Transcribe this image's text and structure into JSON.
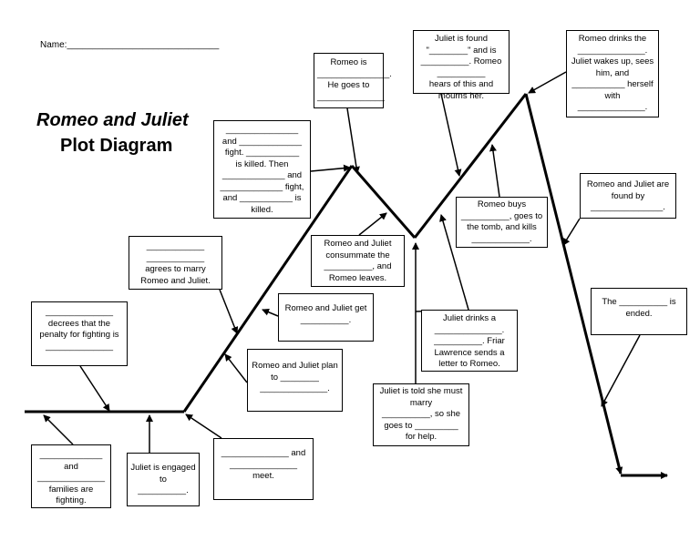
{
  "worksheet": {
    "name_label": "Name:______________________________",
    "title_line1": "Romeo and Juliet",
    "title_line2": "Plot Diagram"
  },
  "boxes": [
    {
      "id": "b1",
      "text": "______________\ndecrees that the penalty for fighting is\n______________"
    },
    {
      "id": "b2",
      "text": "_____________\nand\n______________\nfamilies are fighting."
    },
    {
      "id": "b3",
      "text": "Juliet is engaged to\n__________."
    },
    {
      "id": "b4",
      "text": "______________ and\n______________\nmeet."
    },
    {
      "id": "b5",
      "text": "____________\n____________\nagrees to marry Romeo and Juliet."
    },
    {
      "id": "b6",
      "text": "Romeo and Juliet plan to ________\n______________."
    },
    {
      "id": "b7",
      "text": "Romeo and Juliet get __________."
    },
    {
      "id": "b8",
      "text": "_______________\nand _____________\nfight. ___________\nis killed. Then\n_____________ and\n_____________ fight,\nand ___________ is\nkilled."
    },
    {
      "id": "b9",
      "text": "Romeo is\n_______________.\nHe goes to\n______________"
    },
    {
      "id": "b10",
      "text": "Romeo and Juliet consummate the\n__________, and\nRomeo leaves."
    },
    {
      "id": "b11",
      "text": "Juliet is told she must marry\n__________, so she goes to _________\nfor help."
    },
    {
      "id": "b12",
      "text": "Juliet drinks a\n______________.\n__________. Friar Lawrence sends a letter to Romeo."
    },
    {
      "id": "b13",
      "text": "Romeo buys\n__________, goes to the tomb, and kills\n____________."
    },
    {
      "id": "b14",
      "text": "Juliet is found\n\"________\" and is\n__________. Romeo\n__________\nhears of this and mourns her."
    },
    {
      "id": "b15",
      "text": "Romeo drinks the\n______________.\nJuliet wakes up, sees him, and\n___________ herself with\n______________."
    },
    {
      "id": "b16",
      "text": "Romeo and Juliet are found by\n_______________."
    },
    {
      "id": "b17",
      "text": "The __________ is ended."
    }
  ]
}
